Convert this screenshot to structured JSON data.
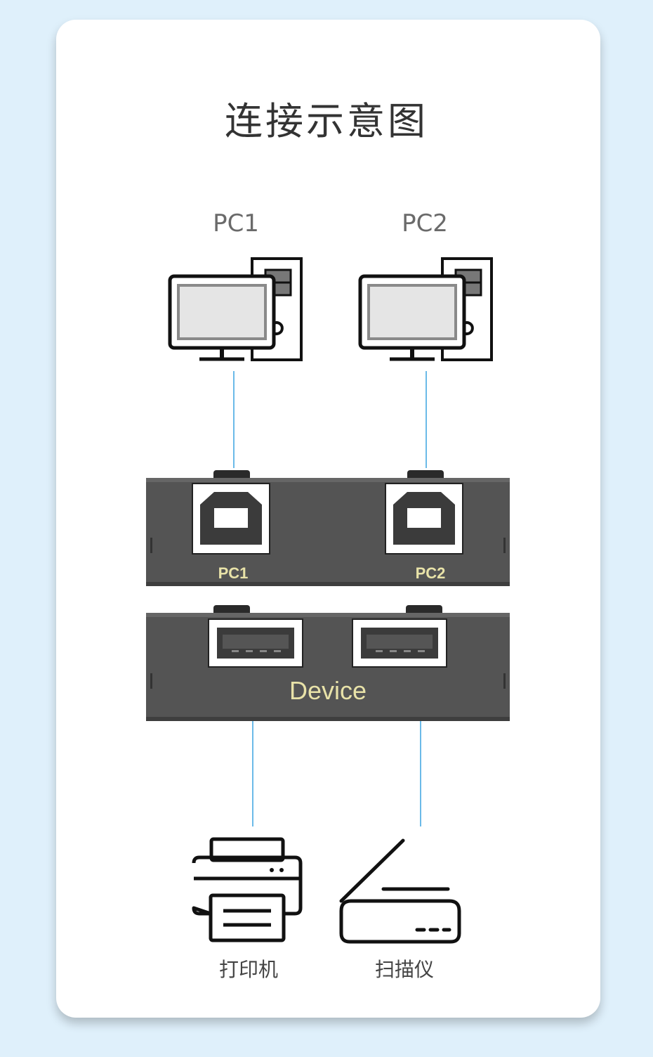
{
  "title": "连接示意图",
  "computers": [
    {
      "label": "PC1",
      "icon": "computer-icon"
    },
    {
      "label": "PC2",
      "icon": "computer-icon"
    }
  ],
  "switch": {
    "top_ports": [
      "PC1",
      "PC2"
    ],
    "bottom_label": "Device",
    "label_color": "#e8e2a8",
    "body_color": "#545454"
  },
  "devices": [
    {
      "label": "打印机",
      "icon": "printer-icon"
    },
    {
      "label": "扫描仪",
      "icon": "scanner-icon"
    }
  ],
  "colors": {
    "background": "#dff0fb",
    "card": "#ffffff",
    "connector_line": "#3aa3e0"
  }
}
